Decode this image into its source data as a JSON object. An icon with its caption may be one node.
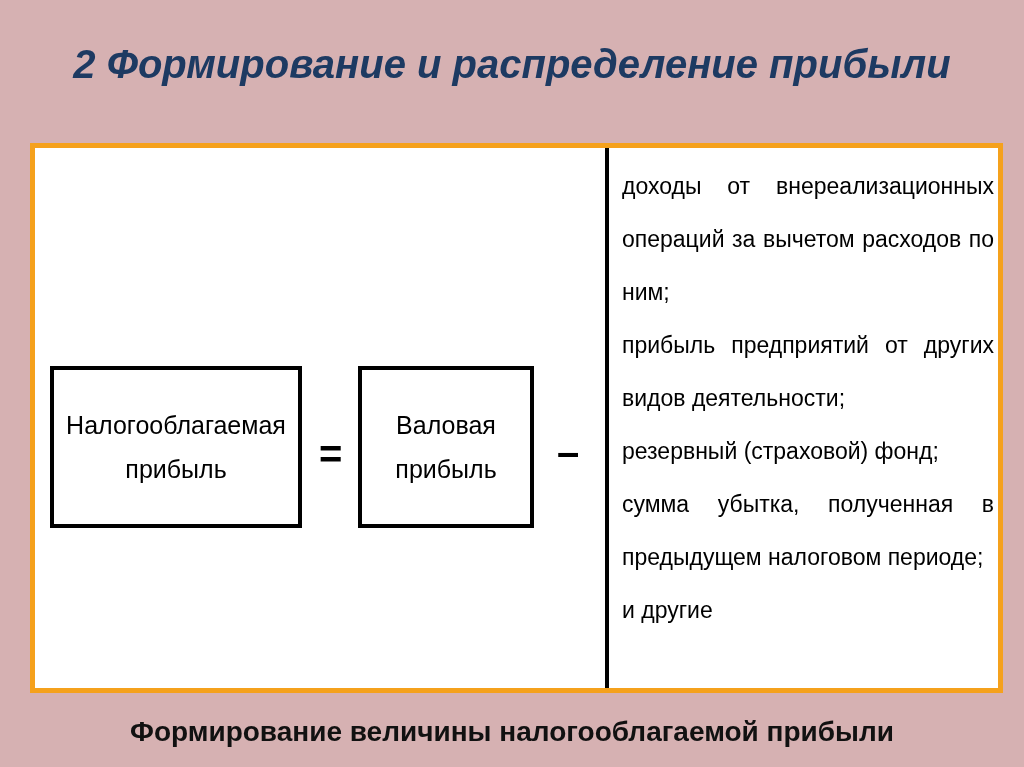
{
  "diagram": {
    "title": "2 Формирование и распределение прибыли",
    "caption": "Формирование величины налогооблагаемой прибыли",
    "nodes": [
      {
        "text": [],
        "shape": "box"
      },
      {
        "text": [
          "Налогооблагаемая прибыль"
        ],
        "in": 0
      },
      {
        "text": [
          "Валовая прибыль"
        ],
        "in": 0
      }
    ],
    "labels": [
      "=",
      "–",
      "доходы от внереализационных операций за вычетом расходов по ним;",
      "прибыль предприятий от других видов деятельности;",
      "резервный (страховой) фонд;",
      "сумма убытка, полученная в предыдущем налоговом периоде;",
      "и другие"
    ]
  }
}
